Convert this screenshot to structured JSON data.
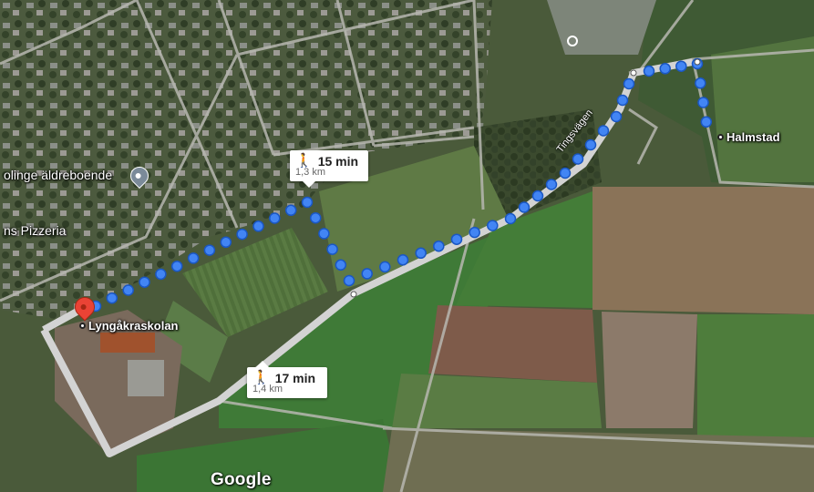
{
  "map": {
    "provider_logo": "Google",
    "road_name": "Tingsvägen",
    "places": {
      "origin": "Lyngåkraskolan",
      "destination": "Halmstad",
      "poi_elderly": "olinge äldreboende",
      "poi_pizzeria": "ns Pizzeria"
    },
    "routes": {
      "primary": {
        "mode": "walking",
        "time": "15 min",
        "distance": "1,3 km"
      },
      "alternate": {
        "mode": "walking",
        "time": "17 min",
        "distance": "1,4 km"
      }
    },
    "icons": {
      "walk": "🚶",
      "origin_pin": "red-location-pin",
      "poi": "map-pin-icon"
    },
    "colors": {
      "route_dots": "#4285f4",
      "route_alt": "#c8c8c8",
      "pin": "#ea4335"
    }
  }
}
